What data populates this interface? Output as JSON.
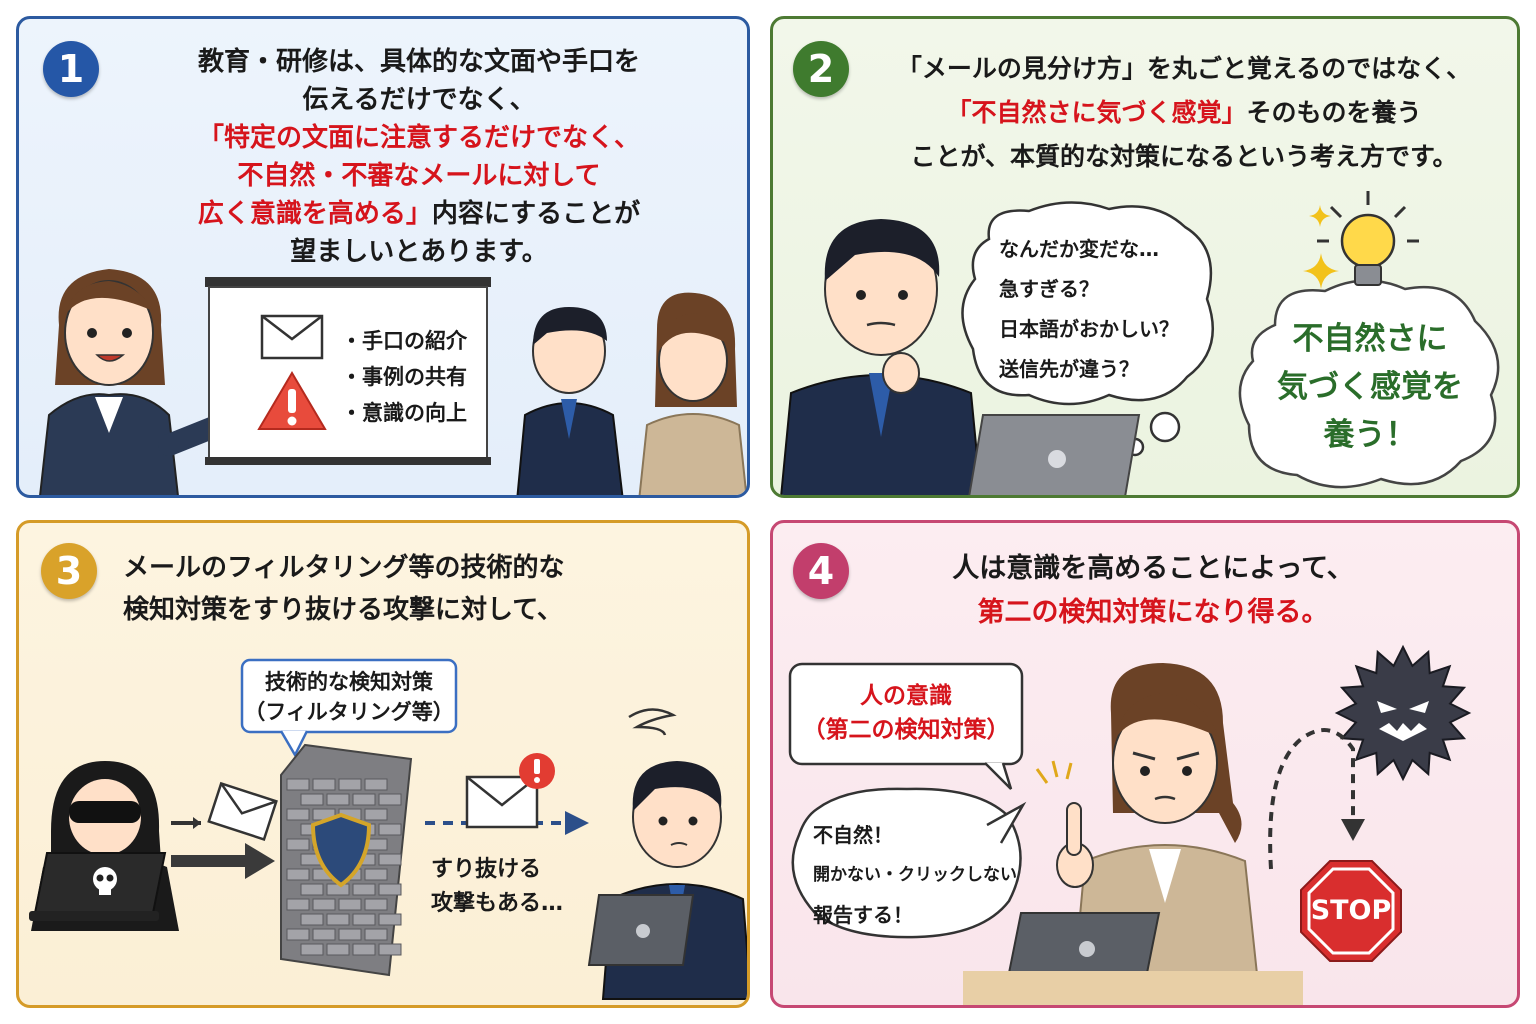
{
  "panel1": {
    "number": "1",
    "line1": "教育・研修は、具体的な文面や手口を",
    "line2": "伝えるだけでなく、",
    "line3": "「特定の文面に注意するだけでなく、",
    "line4": "不自然・不審なメールに対して",
    "line5": "広く意識を高める」",
    "line5_rest": "内容にすることが",
    "line6": "望ましいとあります。",
    "board_items": [
      "・手口の紹介",
      "・事例の共有",
      "・意識の向上"
    ]
  },
  "panel2": {
    "number": "2",
    "line1": "「メールの見分け方」を丸ごと覚えるのではなく、",
    "line2_red": "「不自然さに気づく感覚」",
    "line2_rest": "そのものを養う",
    "line3": "ことが、本質的な対策になるという考え方です。",
    "thought": [
      "なんだか変だな…",
      "急すぎる？",
      "日本語がおかしい？",
      "送信先が違う？"
    ],
    "idea": [
      "不自然さに",
      "気づく感覚を",
      "養う！"
    ]
  },
  "panel3": {
    "number": "3",
    "line1": "メールのフィルタリング等の技術的な",
    "line2": "検知対策をすり抜ける攻撃に対して、",
    "callout": [
      "技術的な検知対策",
      "（フィルタリング等）"
    ],
    "bypass": [
      "すり抜ける",
      "攻撃もある…"
    ]
  },
  "panel4": {
    "number": "4",
    "line1": "人は意識を高めることによって、",
    "line2": "第二の検知対策になり得る。",
    "callout": [
      "人の意識",
      "（第二の検知対策）"
    ],
    "speech": [
      "不自然！",
      "開かない・クリックしない",
      "報告する！"
    ],
    "stop": "STOP"
  },
  "colors": {
    "blue": "#2c5aa0",
    "green": "#4d7a33",
    "gold": "#d59b28",
    "pink": "#c64873",
    "red": "#d6141c"
  }
}
